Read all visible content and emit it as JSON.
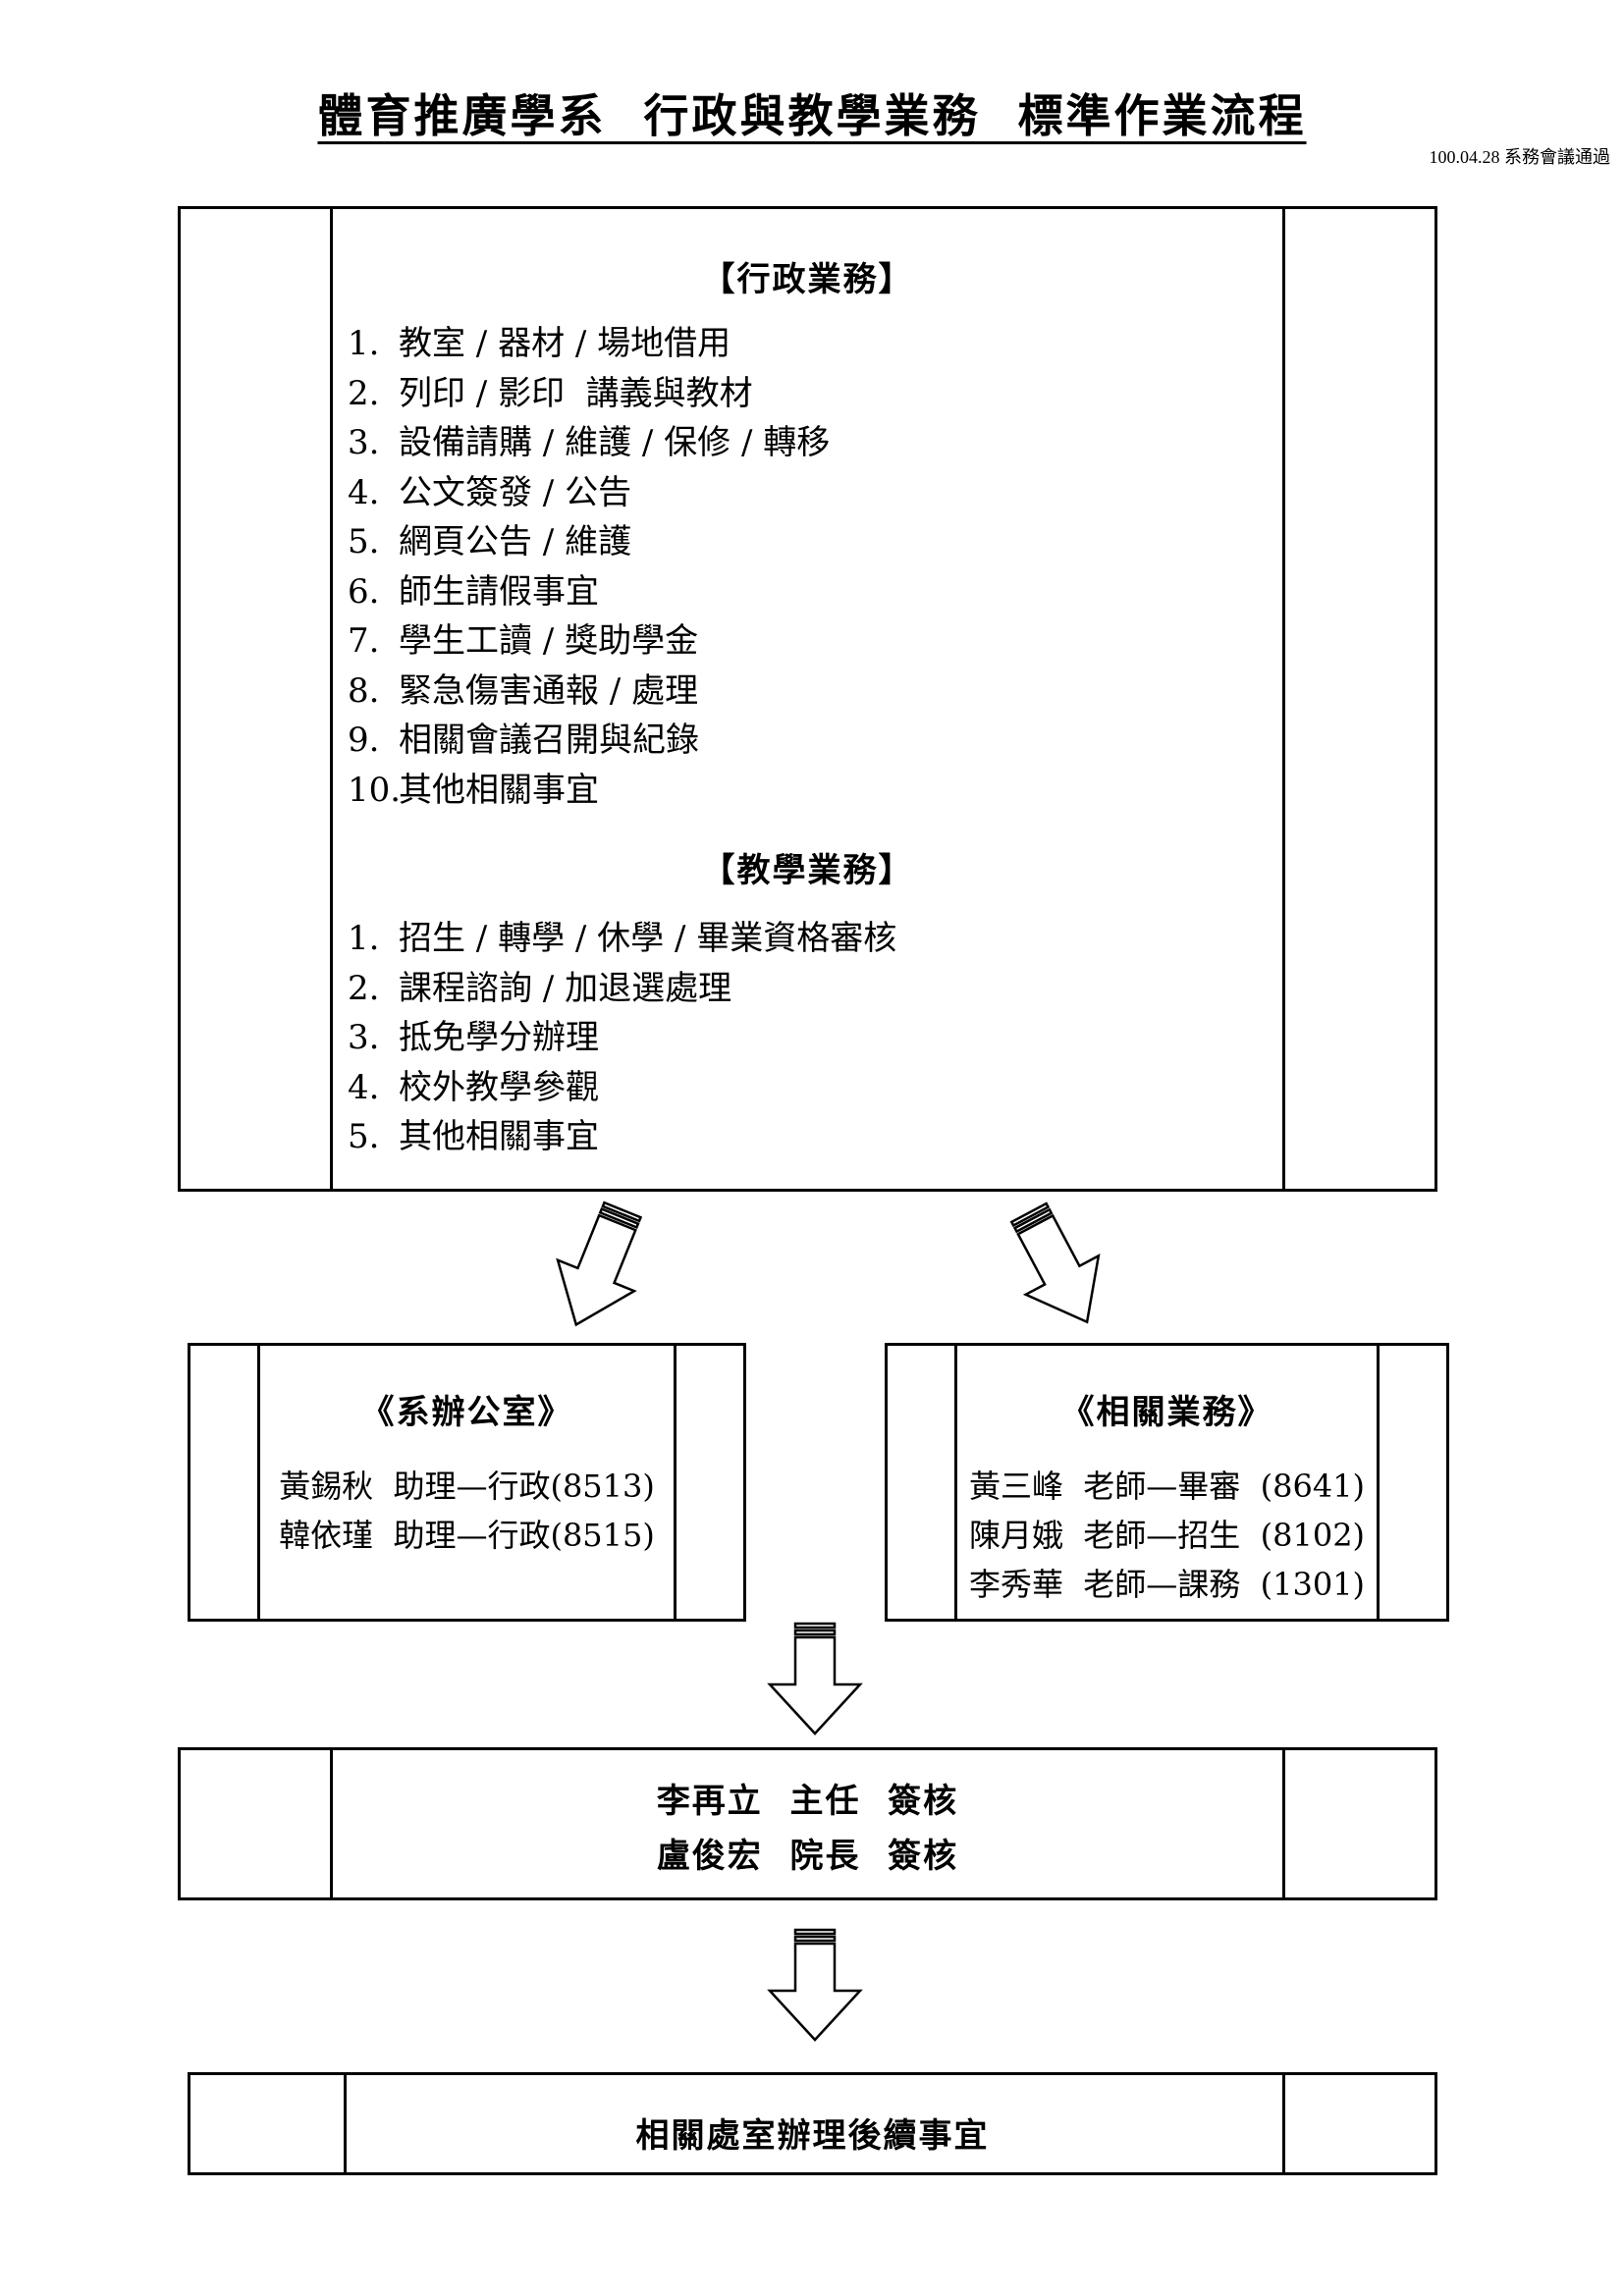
{
  "title": "體育推廣學系  行政與教學業務  標準作業流程",
  "approval_note": "100.04.28 系務會議通過",
  "main": {
    "admin_heading": "【行政業務】",
    "admin_items": [
      {
        "num": "1.",
        "text": "教室 / 器材 / 場地借用"
      },
      {
        "num": "2.",
        "text": "列印 / 影印  講義與教材"
      },
      {
        "num": "3.",
        "text": "設備請購 / 維護 / 保修 / 轉移"
      },
      {
        "num": "4.",
        "text": "公文簽發 / 公告"
      },
      {
        "num": "5.",
        "text": "網頁公告 / 維護"
      },
      {
        "num": "6.",
        "text": "師生請假事宜"
      },
      {
        "num": "7.",
        "text": "學生工讀 / 獎助學金"
      },
      {
        "num": "8.",
        "text": "緊急傷害通報 / 處理"
      },
      {
        "num": "9.",
        "text": "相關會議召開與紀錄"
      },
      {
        "num": "10.",
        "text": "其他相關事宜"
      }
    ],
    "teaching_heading": "【教學業務】",
    "teaching_items": [
      {
        "num": "1.",
        "text": "招生 / 轉學 / 休學 / 畢業資格審核"
      },
      {
        "num": "2.",
        "text": "課程諮詢 / 加退選處理"
      },
      {
        "num": "3.",
        "text": "抵免學分辦理"
      },
      {
        "num": "4.",
        "text": "校外教學參觀"
      },
      {
        "num": "5.",
        "text": "其他相關事宜"
      }
    ]
  },
  "office": {
    "heading": "《系辦公室》",
    "staff": [
      "黃錫秋  助理—行政(8513)",
      "韓依瑾  助理—行政(8515)"
    ]
  },
  "related": {
    "heading": "《相關業務》",
    "staff": [
      "黃三峰  老師—畢審  (8641)",
      "陳月娥  老師—招生  (8102)",
      "李秀華  老師—課務  (1301)"
    ]
  },
  "approvals": {
    "line1": "李再立  主任  簽核",
    "line2": "盧俊宏  院長  簽核"
  },
  "followup": {
    "text": "相關處室辦理後續事宜"
  }
}
